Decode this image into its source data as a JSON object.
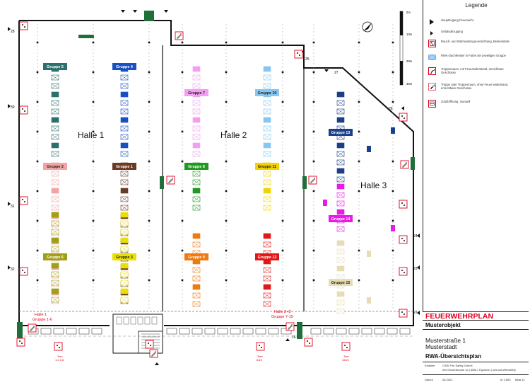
{
  "halls": [
    "Halle 1",
    "Halle 2",
    "Halle 3"
  ],
  "groups": [
    {
      "label": "Gruppe 1",
      "color": "#6b3a25"
    },
    {
      "label": "Gruppe 2",
      "color": "#f4a3a3"
    },
    {
      "label": "Gruppe 3",
      "color": "#e8e000"
    },
    {
      "label": "Gruppe 4",
      "color": "#1a4fbf"
    },
    {
      "label": "Gruppe 5",
      "color": "#2d6f6a"
    },
    {
      "label": "Gruppe 6",
      "color": "#a0a018"
    },
    {
      "label": "Gruppe 7",
      "color": "#f29ef2"
    },
    {
      "label": "Gruppe 8",
      "color": "#1f9a1f"
    },
    {
      "label": "Gruppe 9",
      "color": "#ee7a10"
    },
    {
      "label": "Gruppe 10",
      "color": "#86c6f0"
    },
    {
      "label": "Gruppe 11",
      "color": "#f2d200"
    },
    {
      "label": "Gruppe 12",
      "color": "#e01818"
    },
    {
      "label": "Gruppe 13",
      "color": "#1c3f88"
    },
    {
      "label": "Gruppe 14",
      "color": "#e81ae8"
    },
    {
      "label": "Gruppe 15",
      "color": "#e7ddb4"
    }
  ],
  "control_labels": {
    "left": [
      "Halle 1",
      "Gruppe 1-6"
    ],
    "right": [
      "Halle 2+3",
      "Gruppe 7-15"
    ]
  },
  "door_labels": [
    "Tore",
    "1,2,3,6",
    "Tore",
    "8/15",
    "Tore",
    "15/21"
  ],
  "entrance_numbers": [
    "28",
    "25",
    "27",
    "26",
    "30",
    "31",
    "24",
    "32",
    "23",
    "22",
    "16"
  ],
  "scale_labels": [
    "0m",
    "10m",
    "20m",
    "30m"
  ],
  "legend": {
    "title": "Legende",
    "items": [
      {
        "icon": "main-access-icon",
        "text": "Hauptzugang Feuerwehr"
      },
      {
        "icon": "entrance-icon",
        "text": "Gebäudezugang"
      },
      {
        "icon": "rwa-control-icon",
        "text": "Rauch- und Wärmeabzugs-einrichtung, Bedienstelle"
      },
      {
        "icon": "rwa-skylight-icon",
        "text": "RWA-Dachfenster in Farbe der jeweiligen Gruppe"
      },
      {
        "icon": "stair-fire-icon",
        "text": "Treppenraum, mit Feuerwiderstand, erreichbare Geschosse"
      },
      {
        "icon": "stair-nofire-icon",
        "text": "Treppe oder Treppenraum, ohne Feuer-widerstand, erreichbare Geschosse"
      },
      {
        "icon": "manual-air-icon",
        "text": "Zuluftöffnung, manuell"
      }
    ]
  },
  "title_block": {
    "title": "FEUERWEHRPLAN",
    "object": "Musterobjekt",
    "street": "Musterstraße 1",
    "city": "Musterstadt",
    "plan": "RWA-Übersichtsplan",
    "creator_label": "Ersteller",
    "creator": "CWS Fire Safety GmbH",
    "creator_address": "Am Gewerbepark 1a | 65817 Eppstein | cws.com/firesafety",
    "date_label": "Datum",
    "date": "06.2021",
    "scale": "M 1:550",
    "sheet": "Blatt 12"
  },
  "colors": {
    "control_red": "#e0001a",
    "wall": "#111111",
    "grid_dash": "#999999",
    "green_door": "#1f6f3a"
  }
}
